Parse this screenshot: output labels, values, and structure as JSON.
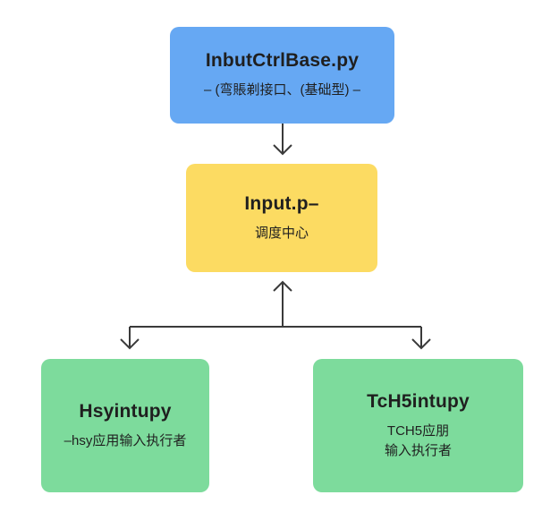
{
  "colors": {
    "base": "#66a8f3",
    "input": "#fcdb62",
    "hsy": "#7ddb9c",
    "tch": "#7ddb9c",
    "edge": "#3a3a3a"
  },
  "nodes": {
    "base": {
      "title": "InbutCtrlBase.py",
      "sub": "– (弯賬剃接口、(基础型) –"
    },
    "input": {
      "title": "Input.p–",
      "sub": "调度中心"
    },
    "hsy": {
      "title": "Hsyintupy",
      "sub": "–hsy应用输入执行者"
    },
    "tch": {
      "title": "TcH5intupy",
      "sub": "TCH5应朋",
      "sub2": "输入执行者"
    }
  }
}
